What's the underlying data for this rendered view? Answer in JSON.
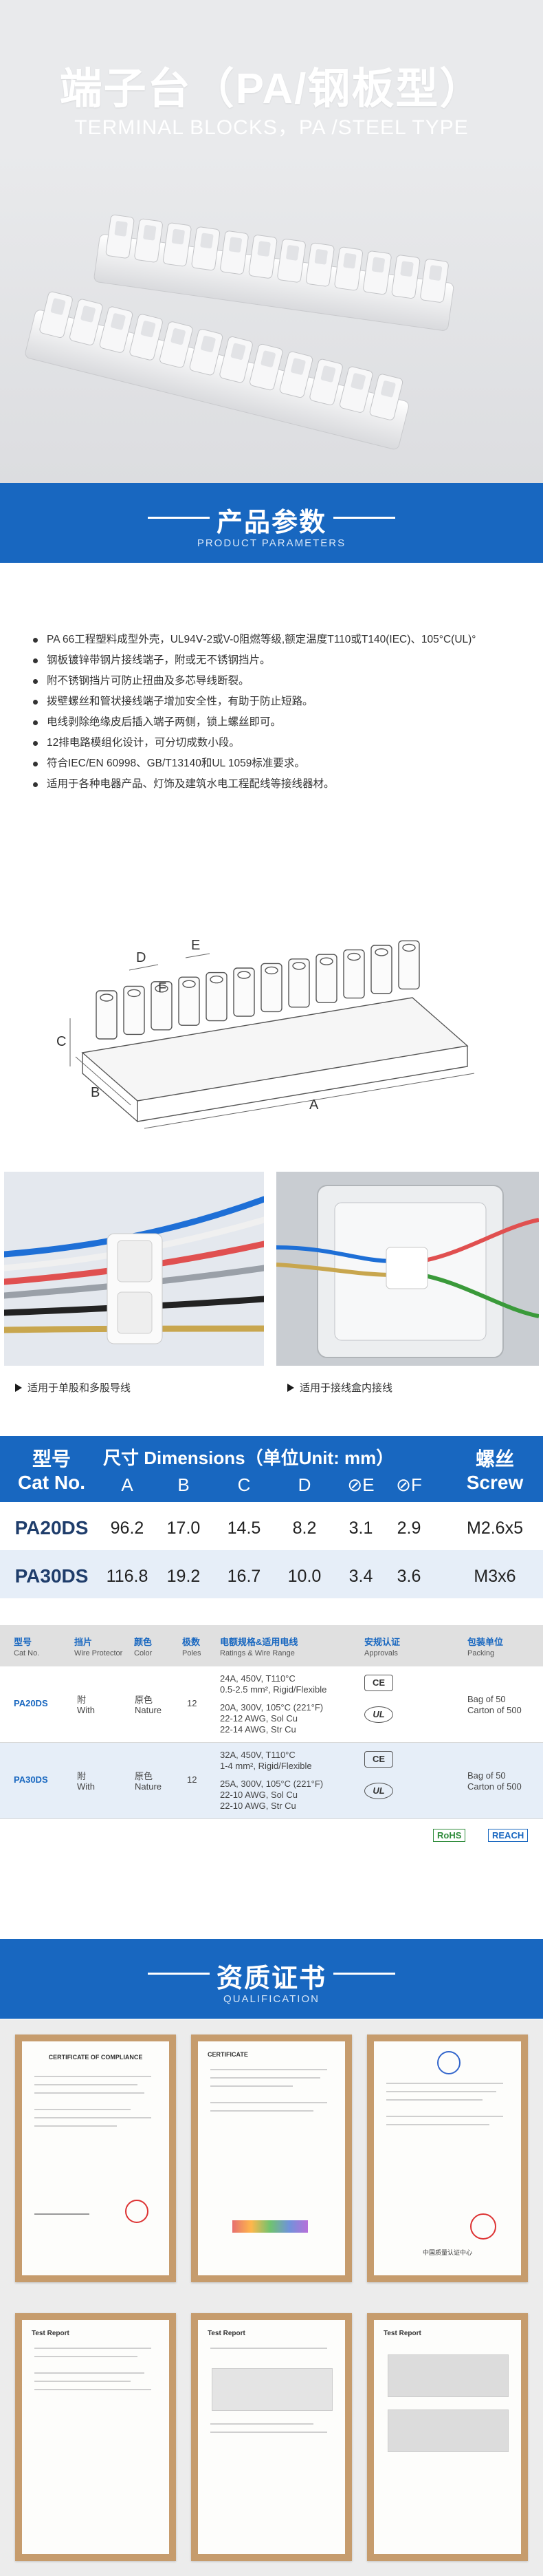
{
  "hero": {
    "title": "端子台（PA/钢板型）",
    "subtitle": "TERMINAL BLOCKS，PA /STEEL TYPE"
  },
  "params_banner": {
    "title": "产品参数",
    "subtitle": "PRODUCT PARAMETERS"
  },
  "features": [
    "PA 66工程塑料成型外壳，UL94Ⅴ-2或V-0阻燃等级,额定温度T110或T140(IEC)、105°C(UL)°",
    "钢板镀锌带钢片接线端子，附或无不锈钢挡片。",
    "附不锈钢挡片可防止扭曲及多芯导线断裂。",
    "拨壁螺丝和管状接线端子增加安全性，有助于防止短路。",
    "电线剥除绝缘皮后插入端子两侧，锁上螺丝即可。",
    "12排电路模组化设计，可分切成数小段。",
    "符合IEC/EN 60998、GB/T13140和UL 1059标准要求。",
    "适用于各种电器产品、灯饰及建筑水电工程配线等接线器材。"
  ],
  "diagram": {
    "labels": [
      "A",
      "B",
      "C",
      "D",
      "E",
      "F"
    ]
  },
  "applications": [
    {
      "caption": "适用于单股和多股导线"
    },
    {
      "caption": "适用于接线盒内接线"
    }
  ],
  "size_table": {
    "model_cn": "型号",
    "model_en": "Cat No.",
    "dims_title": "尺寸 Dimensions（单位Unit: mm）",
    "dim_cols": [
      "A",
      "B",
      "C",
      "D",
      "⊘E",
      "⊘F"
    ],
    "screw_cn": "螺丝",
    "screw_en": "Screw",
    "rows": [
      {
        "model": "PA20DS",
        "values": [
          "96.2",
          "17.0",
          "14.5",
          "8.2",
          "3.1",
          "2.9"
        ],
        "screw": "M2.6x5"
      },
      {
        "model": "PA30DS",
        "values": [
          "116.8",
          "19.2",
          "16.7",
          "10.0",
          "3.4",
          "3.6"
        ],
        "screw": "M3x6"
      }
    ]
  },
  "spec_table": {
    "headers": [
      {
        "cn": "型号",
        "en": "Cat No."
      },
      {
        "cn": "挡片",
        "en": "Wire Protector"
      },
      {
        "cn": "颜色",
        "en": "Color"
      },
      {
        "cn": "极数",
        "en": "Poles"
      },
      {
        "cn": "电额规格&适用电线",
        "en": "Ratings & Wire Range"
      },
      {
        "cn": "安规认证",
        "en": "Approvals"
      },
      {
        "cn": "包装单位",
        "en": "Packing"
      }
    ],
    "rows": [
      {
        "model": "PA20DS",
        "protector_cn": "附",
        "protector_en": "With",
        "color_cn": "原色",
        "color_en": "Nature",
        "poles": "12",
        "ratings_a": [
          "24A, 450V, T110°C",
          "0.5-2.5 mm², Rigid/Flexible"
        ],
        "ratings_b": [
          "20A, 300V, 105°C (221°F)",
          "22-12 AWG, Sol Cu",
          "22-14 AWG, Str Cu"
        ],
        "approvals": [
          "CE",
          "UL"
        ],
        "packing": [
          "Bag of 50",
          "Carton of 500"
        ]
      },
      {
        "model": "PA30DS",
        "protector_cn": "附",
        "protector_en": "With",
        "color_cn": "原色",
        "color_en": "Nature",
        "poles": "12",
        "ratings_a": [
          "32A, 450V, T110°C",
          "1-4 mm², Rigid/Flexible"
        ],
        "ratings_b": [
          "25A, 300V, 105°C (221°F)",
          "22-10 AWG, Sol Cu",
          "22-10 AWG, Str Cu"
        ],
        "approvals": [
          "CE",
          "UL"
        ],
        "packing": [
          "Bag of 50",
          "Carton of 500"
        ]
      }
    ],
    "badges": [
      "RoHS",
      "REACH"
    ]
  },
  "qual_banner": {
    "title": "资质证书",
    "subtitle": "QUALIFICATION"
  },
  "certificates": [
    {
      "heading": "CERTIFICATE OF COMPLIANCE"
    },
    {
      "heading": "CERTIFICATE"
    },
    {
      "heading": "中国质量认证中心"
    },
    {
      "heading": "Test Report"
    },
    {
      "heading": "Test Report"
    },
    {
      "heading": "Test Report"
    }
  ],
  "colors": {
    "brand_blue": "#1867c0",
    "alt_row": "#e6eef8",
    "frame": "#c69c6d"
  }
}
